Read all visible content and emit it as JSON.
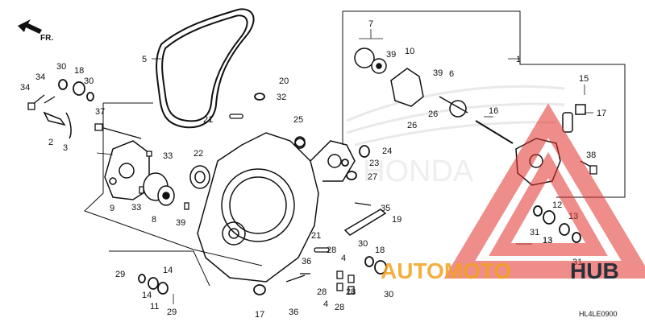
{
  "diagram": {
    "direction_label": "FR.",
    "diagram_code": "HL4LE0900",
    "callouts": [
      "1",
      "2",
      "3",
      "4",
      "5",
      "6",
      "7",
      "8",
      "9",
      "10",
      "11",
      "12",
      "13",
      "14",
      "15",
      "16",
      "17",
      "18",
      "19",
      "20",
      "21",
      "22",
      "23",
      "24",
      "25",
      "26",
      "27",
      "28",
      "29",
      "30",
      "31",
      "32",
      "33",
      "34",
      "35",
      "36",
      "37",
      "38",
      "39"
    ]
  },
  "watermark": {
    "text_part1": "AUTOMOTO",
    "text_part2": "HUB",
    "color_primary": "#e0302a",
    "color_secondary": "#2b2f38",
    "color_accent": "#f2a320"
  },
  "colors": {
    "line": "#111111",
    "background": "#ffffff"
  }
}
